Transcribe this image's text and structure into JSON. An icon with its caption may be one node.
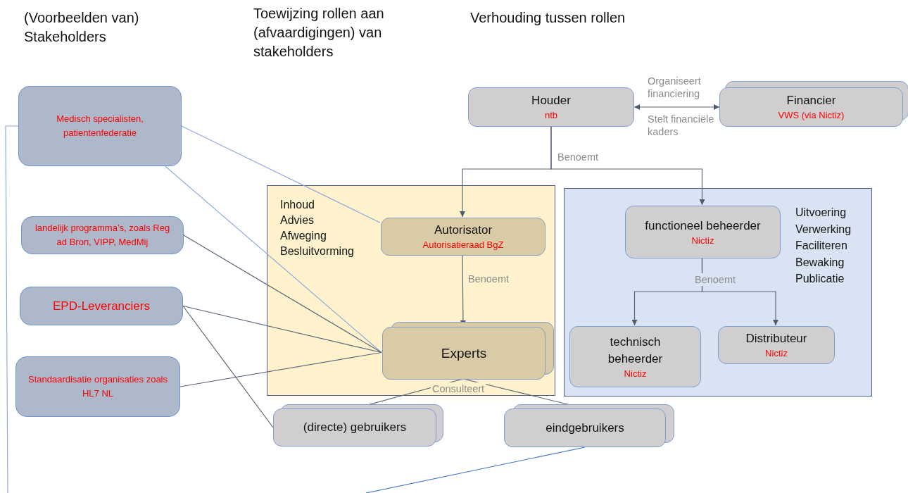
{
  "diagram": {
    "nodes": [
      {
        "text": [
          "Medisch specialisten, patientenfederatie"
        ]
      },
      {
        "text": [
          "landelijk programma’s, zoals Reg ad Bron, VIPP, MedMij"
        ]
      },
      {
        "text": [
          "EPD-Leveranciers"
        ]
      },
      {
        "text": [
          "Standaardisatie organisaties zoals HL7 NL"
        ]
      },
      {
        "text": [
          "Houder",
          "ntb"
        ]
      },
      {
        "text": [
          "Financier",
          "VWS (via Nictiz)"
        ]
      },
      {
        "text": [
          "Inhoud",
          "Advies",
          "Afweging",
          "Besluitvorming"
        ]
      },
      {
        "text": [
          "Autorisator",
          "Autorisatieraad BgZ"
        ],
        "in": 6
      },
      {
        "text": [
          "Experts"
        ],
        "in": 6
      },
      {
        "text": [
          "Uitvoering",
          "Verwerking",
          "Faciliteren",
          "Bewaking",
          "Publicatie"
        ]
      },
      {
        "text": [
          "functioneel beheerder",
          "Nictiz"
        ],
        "in": 9
      },
      {
        "text": [
          "technisch beheerder",
          "Nictiz"
        ],
        "in": 9
      },
      {
        "text": [
          "Distributeur",
          "Nictiz"
        ],
        "in": 9
      },
      {
        "text": [
          "(directe) gebruikers"
        ]
      },
      {
        "text": [
          "eindgebruikers"
        ]
      }
    ],
    "edges": [
      {
        "from": 4,
        "to": 5,
        "arrow": "both",
        "label": "Organiseert financiering"
      },
      {
        "from": 4,
        "to": 7,
        "arrow": "to",
        "label": "Benoemt"
      },
      {
        "from": 4,
        "to": 10,
        "arrow": "to"
      },
      {
        "from": 7,
        "to": 8,
        "arrow": "to",
        "label": "Benoemt"
      },
      {
        "from": 10,
        "to": 11,
        "arrow": "to",
        "label": "Benoemt"
      },
      {
        "from": 10,
        "to": 12,
        "arrow": "to"
      },
      {
        "from": 8,
        "to": 13,
        "arrow": "to",
        "label": "Consulteert"
      },
      {
        "from": 8,
        "to": 14,
        "arrow": "to"
      },
      {
        "from": 0,
        "to": 7,
        "arrow": "none",
        "color": "#8faadc"
      },
      {
        "from": 0,
        "to": 8,
        "arrow": "none",
        "color": "#8faadc"
      },
      {
        "from": 1,
        "to": 8,
        "arrow": "none"
      },
      {
        "from": 2,
        "to": 8,
        "arrow": "none"
      },
      {
        "from": 2,
        "to": 13,
        "arrow": "none"
      },
      {
        "from": 3,
        "to": 8,
        "arrow": "none"
      },
      {
        "from": 0,
        "to": null,
        "arrow": "none",
        "color": "#8faadc"
      },
      {
        "from": 14,
        "to": null,
        "arrow": "none",
        "color": "#4472c4"
      }
    ],
    "labels": [
      "(Voorbeelden van) Stakeholders",
      "Toewijzing rollen aan (afvaardigingen) van stakeholders",
      "Verhouding tussen rollen",
      "Stelt financiële kaders"
    ]
  }
}
